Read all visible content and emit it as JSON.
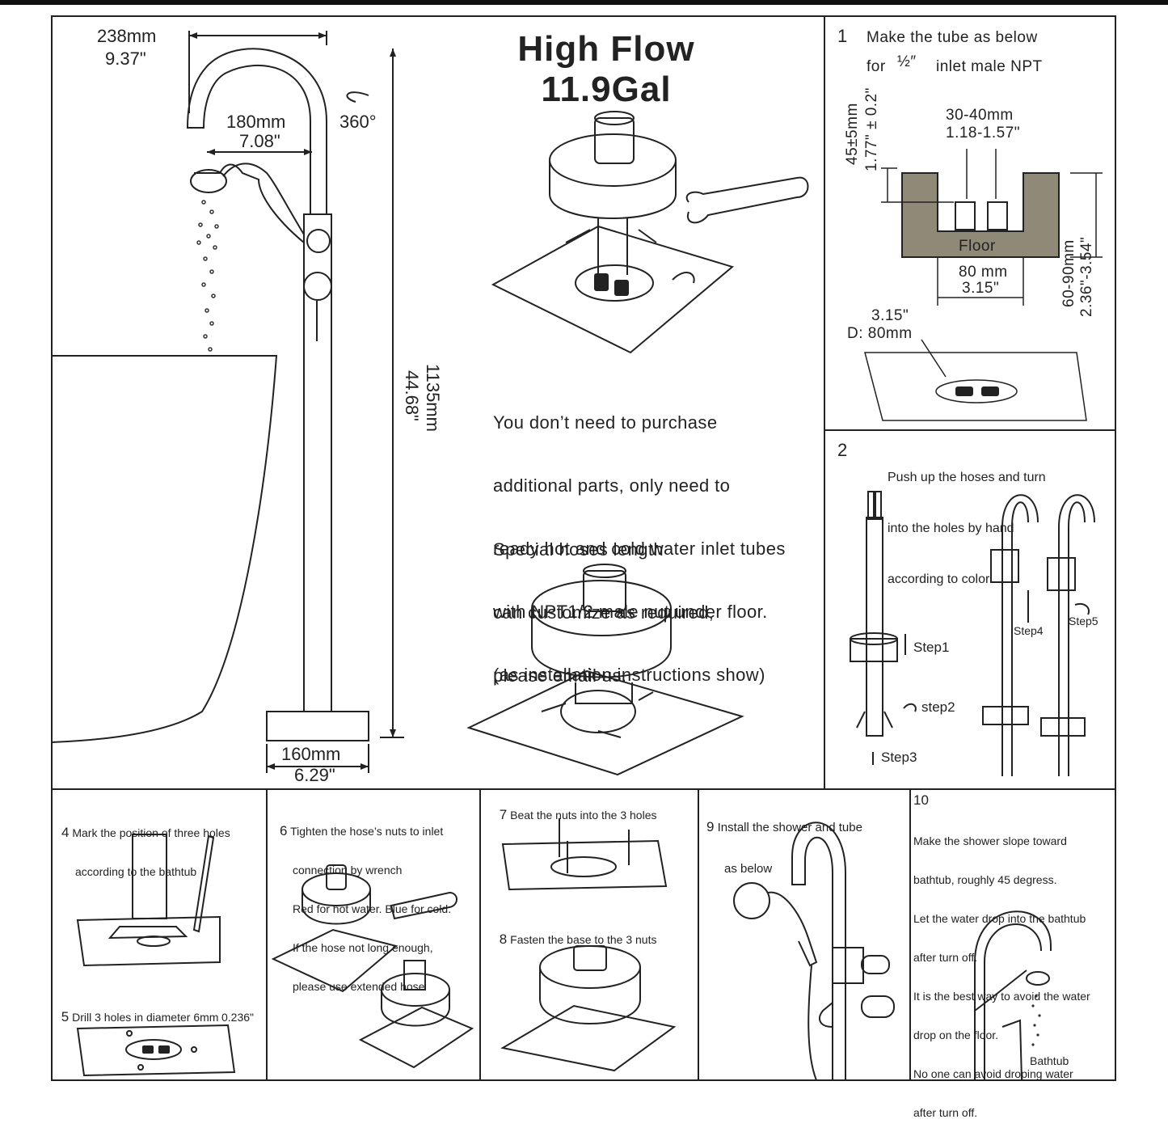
{
  "title": {
    "line1": "High Flow",
    "line2": "11.9Gal"
  },
  "main_dimensions": {
    "spout_reach_mm": "238mm",
    "spout_reach_in": "9.37\"",
    "handheld_mm": "180mm",
    "handheld_in": "7.08\"",
    "rotation": "360°",
    "height_mm": "1135mm",
    "height_in": "44.68\"",
    "base_mm": "160mm",
    "base_in": "6.29\""
  },
  "description": {
    "para1": [
      "You don’t need to purchase",
      "additional parts, only need to",
      "ready hot and cold water inlet tubes",
      "with NPT1/2 male nut under floor.",
      "(as installation instructions show)"
    ],
    "para2": [
      "Special hoses length",
      "can customize as required,",
      "please email us."
    ]
  },
  "step1": {
    "number": "1",
    "line1": "Make the tube as below",
    "line2_prefix": "for",
    "line2_fraction": "½″",
    "line2_suffix": "inlet male NPT",
    "tube_height_mm": "45±5mm",
    "tube_height_in": "1.77\" ± 0.2\"",
    "tube_gap_mm": "30-40mm",
    "tube_gap_in": "1.18-1.57\"",
    "floor_label": "Floor",
    "hole_width_mm": "80 mm",
    "hole_width_in": "3.15\"",
    "depth_mm": "60-90mm",
    "depth_in": "2.36\"-3.54\"",
    "diameter_in": "3.15\"",
    "diameter_mm": "D: 80mm"
  },
  "step2": {
    "number": "2",
    "text": [
      "Push up the hoses and turn",
      "into the holes by hand",
      "according to color"
    ],
    "labels": {
      "s1": "Step1",
      "s2": "step2",
      "s3": "Step3",
      "s4": "Step4",
      "s5": "Step5"
    }
  },
  "step4": {
    "number": "4",
    "text": [
      "Mark the position of three holes",
      "according to the bathtub"
    ]
  },
  "step5": {
    "number": "5",
    "text": "Drill 3 holes in diameter 6mm",
    "size": "0.236\""
  },
  "step6": {
    "number": "6",
    "text": [
      "Tighten the hose’s nuts to inlet",
      "connection by wrench",
      "Red for hot water. Blue for cold.",
      "If the hose not long enough,",
      "please use extended hose"
    ]
  },
  "step7": {
    "number": "7",
    "text": "Beat the nuts into the 3 holes"
  },
  "step8": {
    "number": "8",
    "text": "Fasten the base to the 3 nuts"
  },
  "step9": {
    "number": "9",
    "text": [
      "Install the shower and tube",
      "as below"
    ]
  },
  "step10": {
    "number": "10",
    "text": [
      "Make the shower slope toward",
      "bathtub, roughly 45 degress.",
      "Let the water drop into the bathtub",
      "after turn off.",
      "It is the best way to avoid the water",
      "drop on the floor.",
      "No one can avoid droping water",
      "after turn off."
    ],
    "bathtub_label": "Bathtub"
  },
  "colors": {
    "line": "#222222",
    "floor": "#8f8a78",
    "background": "#ffffff"
  }
}
